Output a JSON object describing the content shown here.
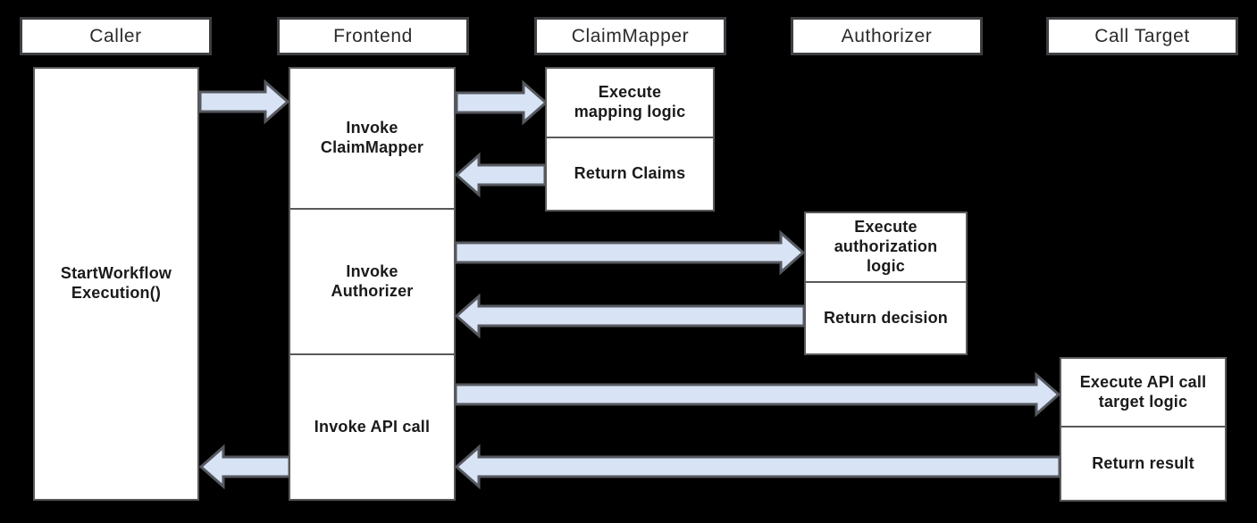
{
  "diagram": {
    "type": "sequence-flow",
    "colors": {
      "background": "#000000",
      "box_fill": "#ffffff",
      "header_border": "#3d3f42",
      "task_border": "#58595b",
      "arrow_fill": "#d8e4f5",
      "arrow_stroke": "#56595f",
      "text": "#1a1a1a"
    },
    "lifelines": [
      {
        "header": "Caller",
        "boxes": [
          {
            "label": "StartWorkflow\nExecution()"
          }
        ]
      },
      {
        "header": "Frontend",
        "boxes": [
          {
            "label": "Invoke\nClaimMapper"
          },
          {
            "label": "Invoke\nAuthorizer"
          },
          {
            "label": "Invoke API call"
          }
        ]
      },
      {
        "header": "ClaimMapper",
        "boxes": [
          {
            "label": "Execute\nmapping logic"
          },
          {
            "label": "Return Claims"
          }
        ]
      },
      {
        "header": "Authorizer",
        "boxes": [
          {
            "label": "Execute\nauthorization\nlogic"
          },
          {
            "label": "Return decision"
          }
        ]
      },
      {
        "header": "Call Target",
        "boxes": [
          {
            "label": "Execute API call\ntarget logic"
          },
          {
            "label": "Return result"
          }
        ]
      }
    ],
    "arrows": [
      {
        "from": "Caller",
        "to": "Frontend",
        "direction": "right"
      },
      {
        "from": "Frontend",
        "to": "ClaimMapper",
        "direction": "right"
      },
      {
        "from": "ClaimMapper",
        "to": "Frontend",
        "direction": "left"
      },
      {
        "from": "Frontend",
        "to": "Authorizer",
        "direction": "right"
      },
      {
        "from": "Authorizer",
        "to": "Frontend",
        "direction": "left"
      },
      {
        "from": "Frontend",
        "to": "Call Target",
        "direction": "right"
      },
      {
        "from": "Call Target",
        "to": "Frontend",
        "direction": "left"
      },
      {
        "from": "Frontend",
        "to": "Caller",
        "direction": "left"
      }
    ]
  }
}
